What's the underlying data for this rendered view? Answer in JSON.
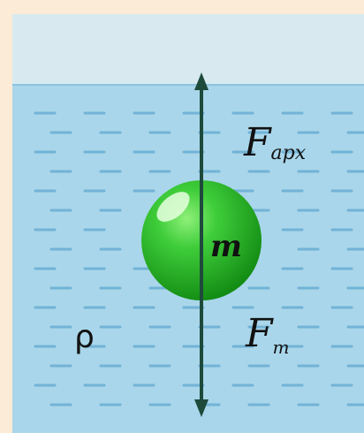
{
  "colors": {
    "background_frame": "#fcebd6",
    "air": "#d8eaf0",
    "water": "#a9d6ea",
    "water_dash": "#72b3d6",
    "ball": "#2fbe2f",
    "ball_dark": "#169a16",
    "force_line": "#1e4a3c",
    "label_text": "#111111"
  },
  "icons": {
    "buoyant_arrow": "arrow-up-icon",
    "gravity_arrow": "arrow-down-icon"
  },
  "labels": {
    "buoyant_force_main": "F",
    "buoyant_force_sub": "арх",
    "mass": "m",
    "gravity_force_main": "F",
    "gravity_force_sub": "т",
    "density": "ρ"
  }
}
